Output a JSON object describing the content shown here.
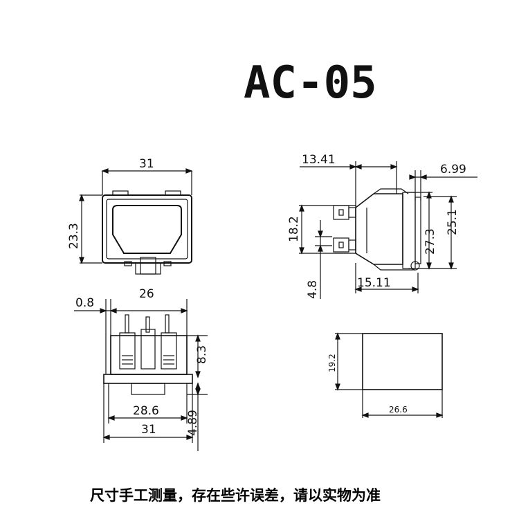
{
  "title": "AC-05",
  "footer_note": "尺寸手工测量，存在些许误差，请以实物为准",
  "dimensions": {
    "front_width": "31",
    "front_height": "23.3",
    "side_d1": "13.41",
    "side_d2": "6.99",
    "side_h1": "18.2",
    "side_h2": "27.3",
    "side_h3": "25.1",
    "side_pin": "4.8",
    "side_depth": "15.11",
    "bottom_offset": "0.8",
    "bottom_width": "26",
    "bottom_height": "8.3",
    "bottom_flange": "28.6",
    "bottom_total": "31",
    "bottom_lip": "4.89",
    "cutout_h": "19.2",
    "cutout_w": "26.6"
  }
}
